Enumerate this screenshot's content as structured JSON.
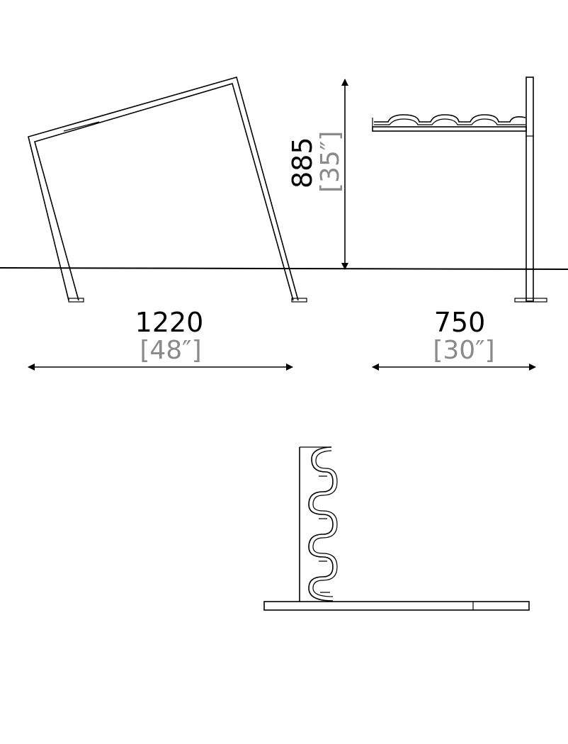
{
  "dimensions": {
    "width": {
      "mm": "1220",
      "inch": "[48″]"
    },
    "depth": {
      "mm": "750",
      "inch": "[30″]"
    },
    "height": {
      "mm": "885",
      "inch": "[35″]"
    }
  },
  "colors": {
    "line": "#000000",
    "inch_text": "#8a8a8a",
    "background": "#ffffff"
  }
}
